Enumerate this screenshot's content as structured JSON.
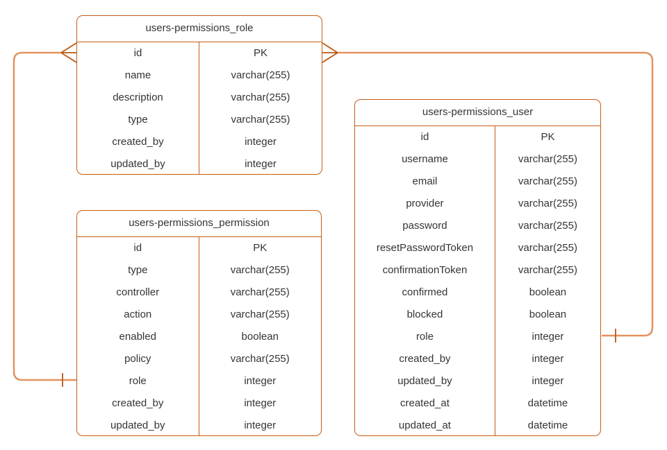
{
  "colors": {
    "table_border": "#C75B12",
    "connector": "#E2925F",
    "notation": "#BC5810",
    "text": "#343434",
    "background": "#FFFFFF"
  },
  "tables": [
    {
      "name": "users-permissions_role",
      "rows": [
        {
          "field": "id",
          "type": "PK"
        },
        {
          "field": "name",
          "type": "varchar(255)"
        },
        {
          "field": "description",
          "type": "varchar(255)"
        },
        {
          "field": "type",
          "type": "varchar(255)"
        },
        {
          "field": "created_by",
          "type": "integer"
        },
        {
          "field": "updated_by",
          "type": "integer"
        }
      ]
    },
    {
      "name": "users-permissions_permission",
      "rows": [
        {
          "field": "id",
          "type": "PK"
        },
        {
          "field": "type",
          "type": "varchar(255)"
        },
        {
          "field": "controller",
          "type": "varchar(255)"
        },
        {
          "field": "action",
          "type": "varchar(255)"
        },
        {
          "field": "enabled",
          "type": "boolean"
        },
        {
          "field": "policy",
          "type": "varchar(255)"
        },
        {
          "field": "role",
          "type": "integer"
        },
        {
          "field": "created_by",
          "type": "integer"
        },
        {
          "field": "updated_by",
          "type": "integer"
        }
      ]
    },
    {
      "name": "users-permissions_user",
      "rows": [
        {
          "field": "id",
          "type": "PK"
        },
        {
          "field": "username",
          "type": "varchar(255)"
        },
        {
          "field": "email",
          "type": "varchar(255)"
        },
        {
          "field": "provider",
          "type": "varchar(255)"
        },
        {
          "field": "password",
          "type": "varchar(255)"
        },
        {
          "field": "resetPasswordToken",
          "type": "varchar(255)"
        },
        {
          "field": "confirmationToken",
          "type": "varchar(255)"
        },
        {
          "field": "confirmed",
          "type": "boolean"
        },
        {
          "field": "blocked",
          "type": "boolean"
        },
        {
          "field": "role",
          "type": "integer"
        },
        {
          "field": "created_by",
          "type": "integer"
        },
        {
          "field": "updated_by",
          "type": "integer"
        },
        {
          "field": "created_at",
          "type": "datetime"
        },
        {
          "field": "updated_at",
          "type": "datetime"
        }
      ]
    }
  ],
  "relationships": [
    {
      "from_table": "users-permissions_role",
      "from_field": "id",
      "from_notation": "many (crow's foot)",
      "to_table": "users-permissions_permission",
      "to_field": "role",
      "to_notation": "one (bar)"
    },
    {
      "from_table": "users-permissions_role",
      "from_field": "id",
      "from_notation": "many (crow's foot)",
      "to_table": "users-permissions_user",
      "to_field": "role",
      "to_notation": "one (bar)"
    }
  ]
}
